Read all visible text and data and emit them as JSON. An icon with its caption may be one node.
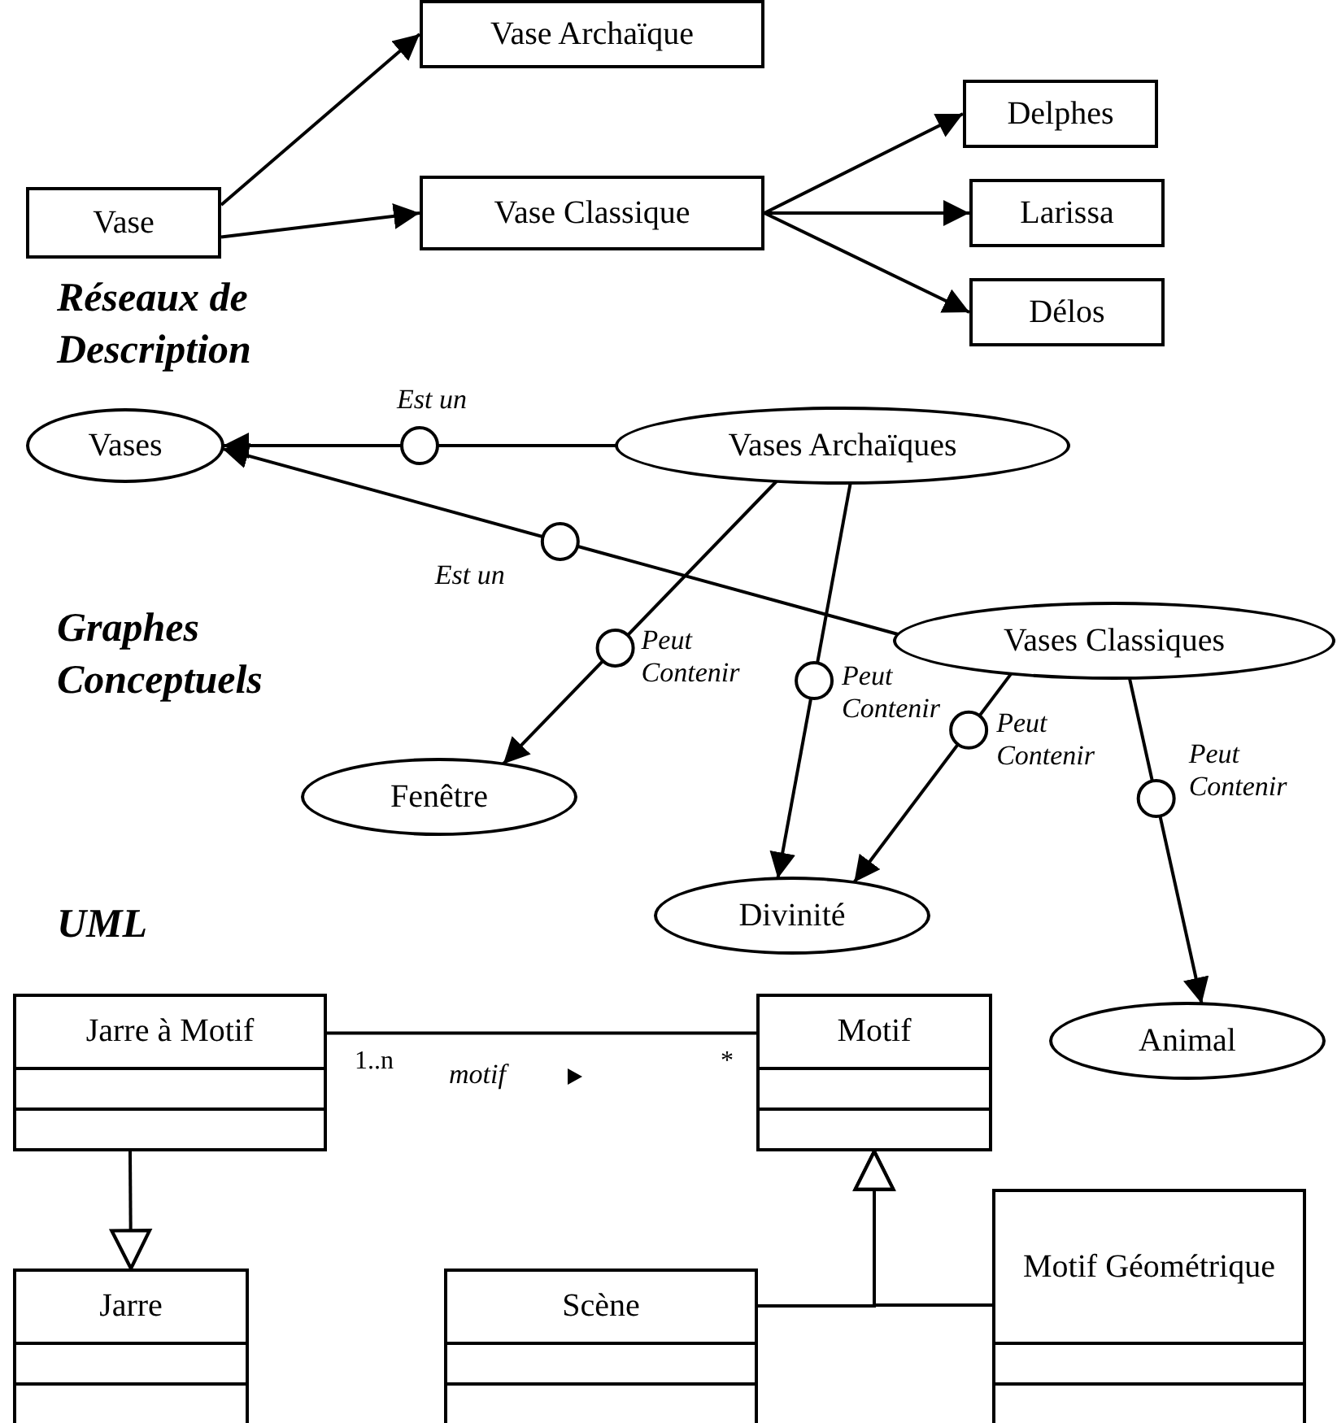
{
  "diagram": {
    "nodes": [
      {
        "text": [
          "Vase"
        ]
      },
      {
        "text": [
          "Vase Archaïque"
        ]
      },
      {
        "text": [
          "Vase Classique"
        ]
      },
      {
        "text": [
          "Delphes"
        ]
      },
      {
        "text": [
          "Larissa"
        ]
      },
      {
        "text": [
          "Délos"
        ]
      },
      {
        "text": [
          "Vases"
        ]
      },
      {
        "text": [
          "Vases Archaïques"
        ]
      },
      {
        "text": [
          "Vases Classiques"
        ]
      },
      {
        "text": [
          "Fenêtre"
        ]
      },
      {
        "text": [
          "Divinité"
        ]
      },
      {
        "text": [
          "Animal"
        ]
      },
      {
        "text": [
          "Jarre à Motif"
        ]
      },
      {
        "text": [
          "Motif"
        ]
      },
      {
        "text": [
          "Jarre"
        ]
      },
      {
        "text": [
          "Scène"
        ]
      },
      {
        "text": [
          "Motif Géométrique"
        ]
      }
    ],
    "edges": [
      {
        "from": 0,
        "to": 1,
        "arrow": "to"
      },
      {
        "from": 0,
        "to": 2,
        "arrow": "to"
      },
      {
        "from": 2,
        "to": 3,
        "arrow": "to"
      },
      {
        "from": 2,
        "to": 4,
        "arrow": "to"
      },
      {
        "from": 2,
        "to": 5,
        "arrow": "to"
      },
      {
        "from": 7,
        "to": 6,
        "arrow": "to",
        "label": "Est un"
      },
      {
        "from": 8,
        "to": 6,
        "arrow": "to",
        "label": "Est un"
      },
      {
        "from": 7,
        "to": 9,
        "arrow": "to",
        "label": "Peut Contenir"
      },
      {
        "from": 7,
        "to": 10,
        "arrow": "to",
        "label": "Peut Contenir"
      },
      {
        "from": 8,
        "to": 10,
        "arrow": "to",
        "label": "Peut Contenir"
      },
      {
        "from": 8,
        "to": 11,
        "arrow": "to",
        "label": "Peut Contenir"
      },
      {
        "from": 12,
        "to": 13,
        "arrow": "none",
        "label": "motif"
      },
      {
        "from": 12,
        "to": 14,
        "arrow": "to"
      },
      {
        "from": 15,
        "to": 13,
        "arrow": "to"
      },
      {
        "from": 16,
        "to": 13,
        "arrow": "to"
      }
    ],
    "labels": [
      "Réseaux de Description",
      "Graphes Conceptuels",
      "UML",
      "1..n",
      "*"
    ]
  }
}
